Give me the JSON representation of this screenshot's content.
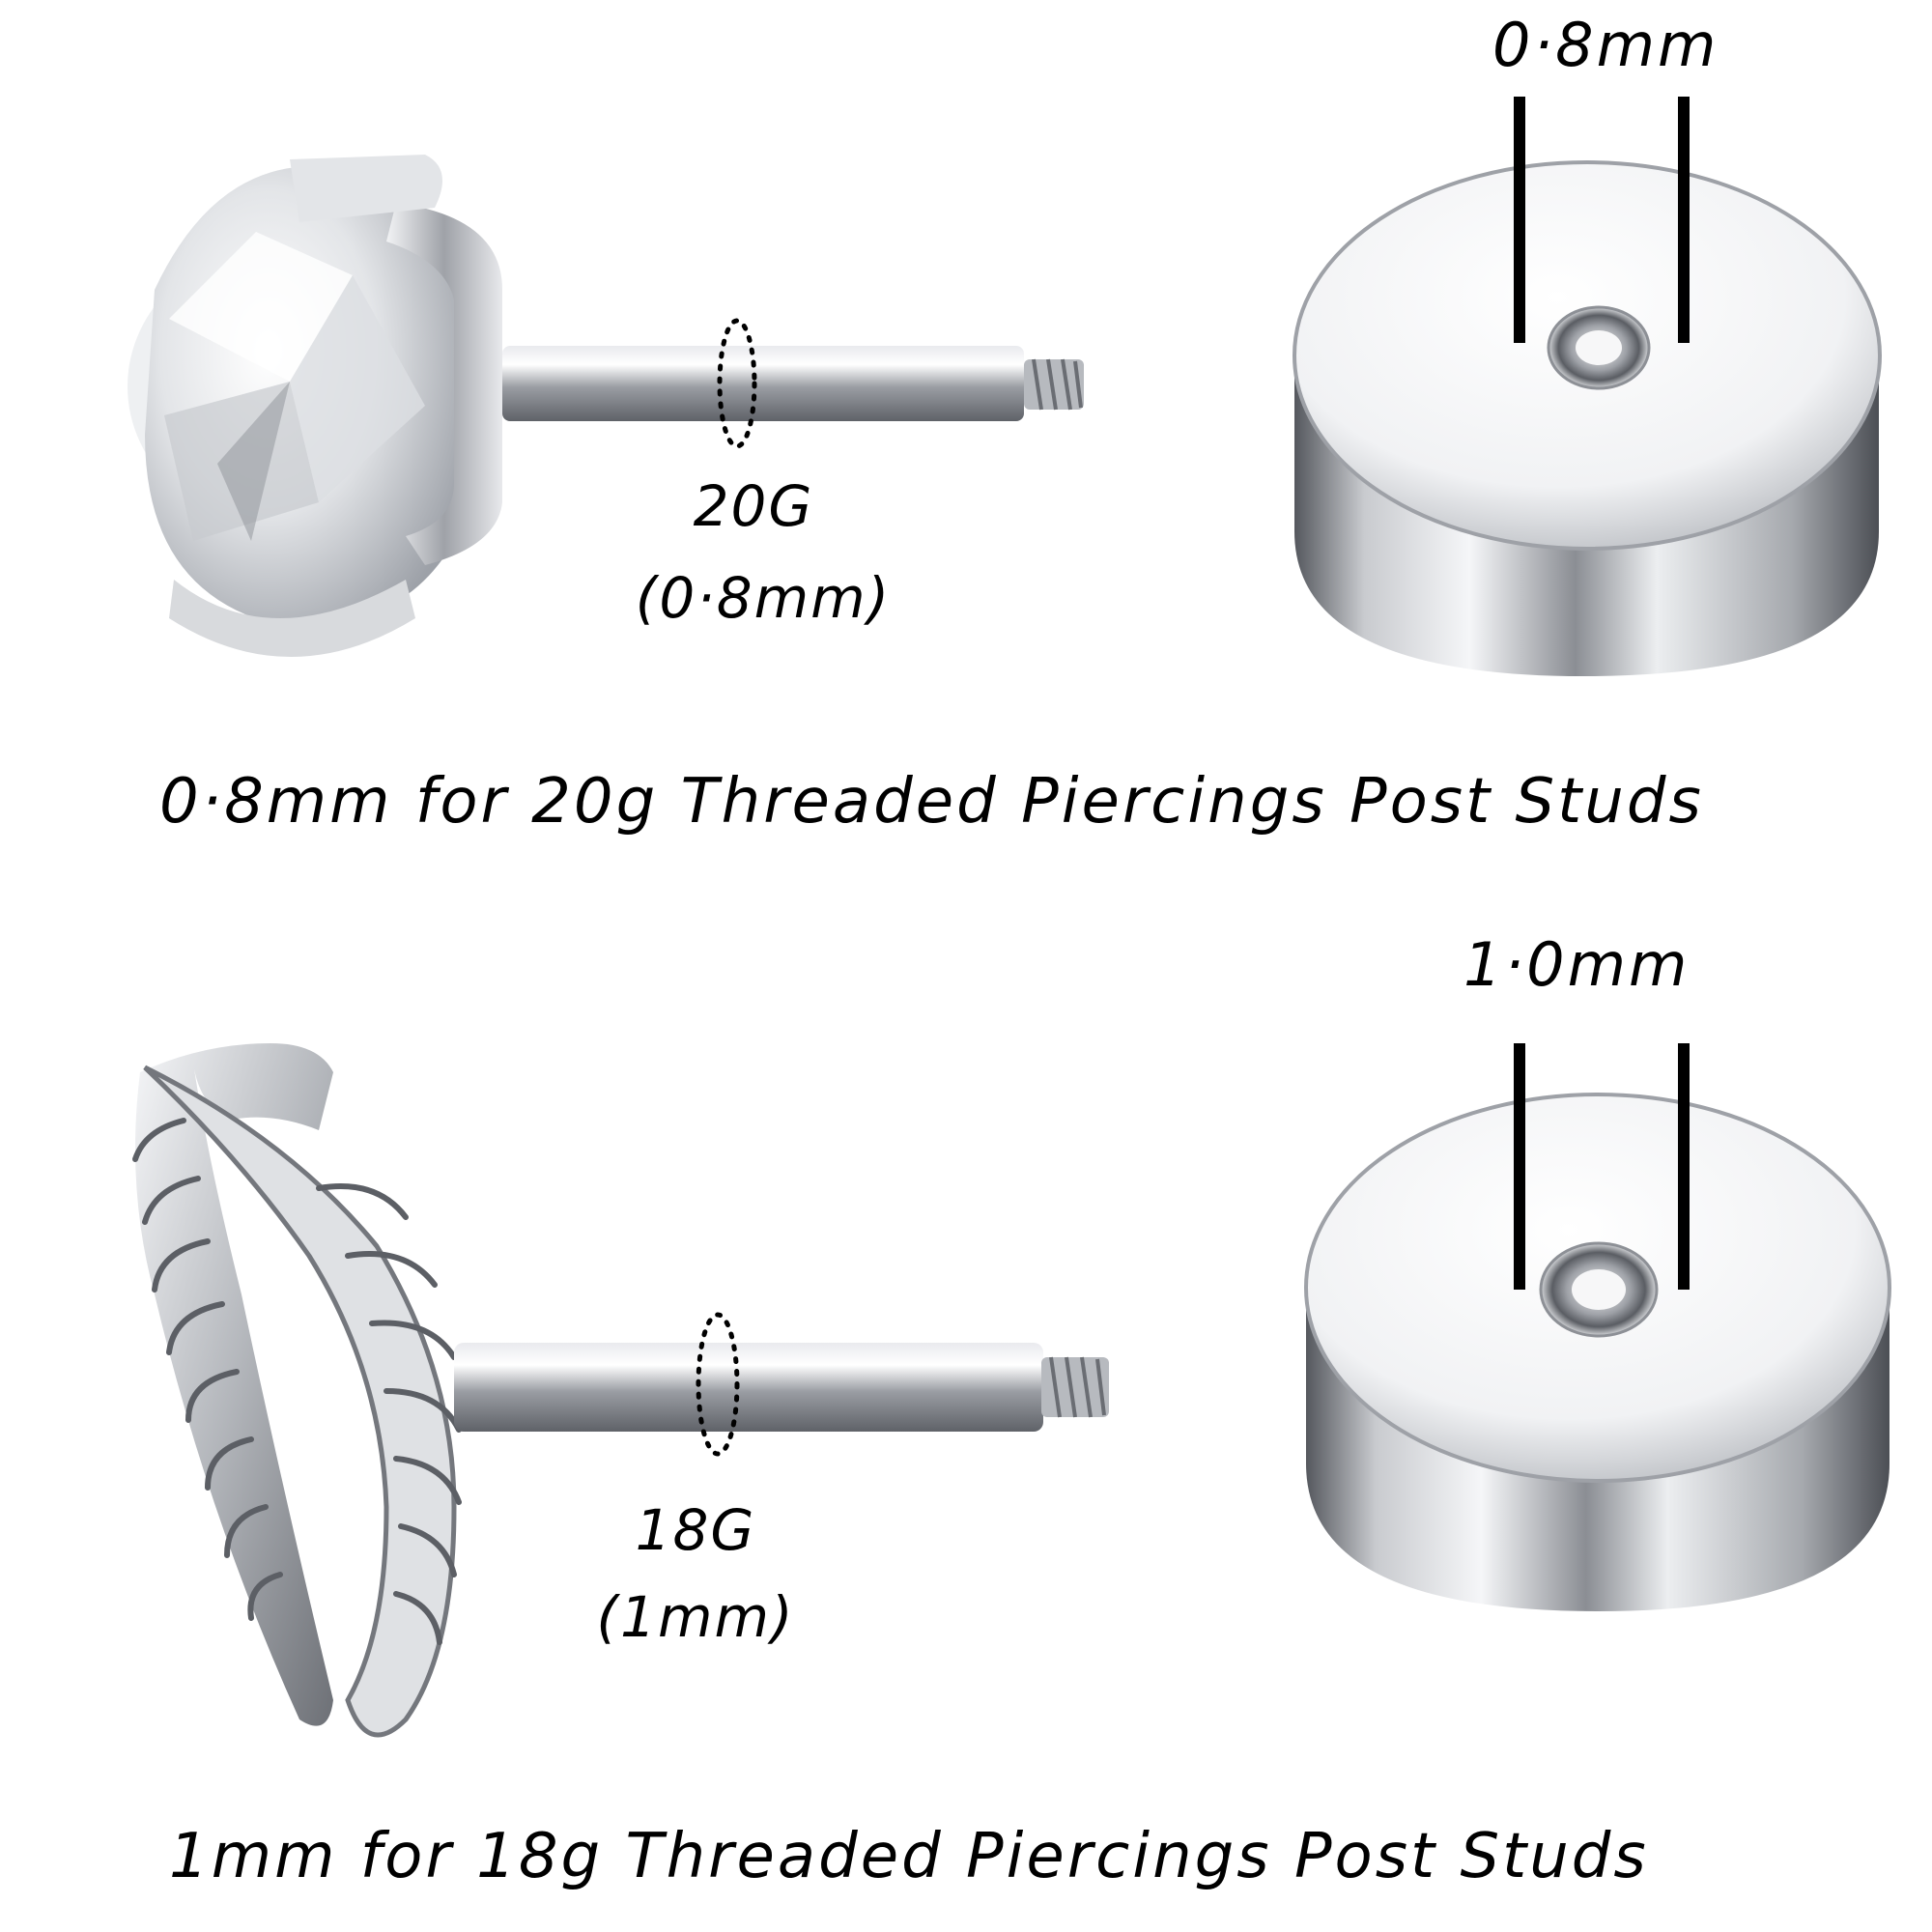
{
  "section_top": {
    "gauge_label": "20G",
    "gauge_mm": "(0·8mm)",
    "hole_label": "0·8mm",
    "caption": "0·8mm for 20g Threaded Piercings Post Studs"
  },
  "section_bottom": {
    "gauge_label": "18G",
    "gauge_mm": "(1mm)",
    "hole_label": "1·0mm",
    "caption": "1mm for 18g Threaded Piercings Post Studs"
  },
  "colors": {
    "background": "#ffffff",
    "text": "#000000",
    "metal_light": "#f4f5f7",
    "metal_dark": "#6e7178"
  }
}
